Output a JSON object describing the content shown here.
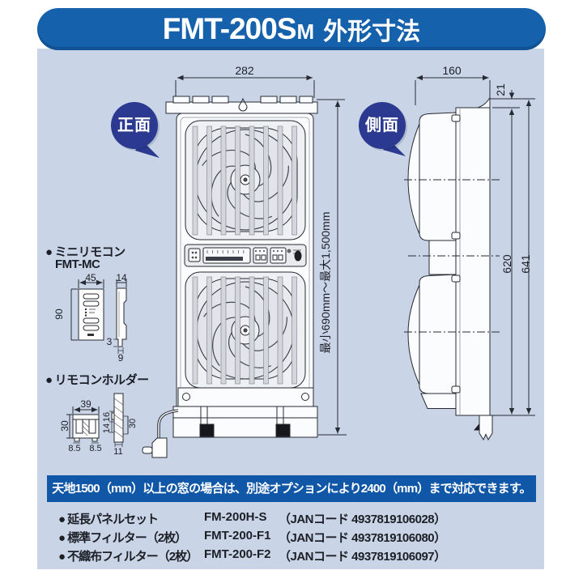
{
  "header": {
    "model": "FMT-200S",
    "model_suffix": "M",
    "title": "外形寸法"
  },
  "colors": {
    "header_bg": "#1561ac",
    "panel_bg": "#c9d5e7",
    "bubble_bg": "#2b3a90",
    "notice_bg": "#1157a8",
    "line": "#262a33"
  },
  "front_view": {
    "bubble": "正面",
    "dim_width": "282",
    "dim_height_range": "最小690mm～最大1,500mm"
  },
  "side_view": {
    "bubble": "側面",
    "dim_depth": "160",
    "dim_hook": "21",
    "dim_body_height": "620",
    "dim_total_height": "641"
  },
  "mini_remote": {
    "bullet": "●",
    "label": "ミニリモコン",
    "model": "FMT-MC",
    "dim_width": "45",
    "dim_side_width": "14",
    "dim_height": "90",
    "dim_step": "3",
    "dim_bottom": "9"
  },
  "holder": {
    "bullet": "●",
    "label": "リモコンホルダー",
    "dim_width": "39",
    "dim_height": "30",
    "dim_bottom_left": "8.5",
    "dim_bottom_right": "8.5",
    "dim_side_top": "16",
    "dim_side_mid": "14",
    "dim_side_height": "30",
    "dim_side_bottom": "11"
  },
  "notice": "天地1500（mm）以上の窓の場合は、別途オプションにより2400（mm）まで対応できます。",
  "options": [
    {
      "bullet": "●",
      "name": "延長パネルセット",
      "model": "FM-200H-S",
      "jan": "（JANコード 4937819106028）"
    },
    {
      "bullet": "●",
      "name": "標準フィルター（2枚）",
      "model": "FMT-200-F1",
      "jan": "（JANコード 4937819106080）"
    },
    {
      "bullet": "●",
      "name": "不織布フィルター（2枚）",
      "model": "FMT-200-F2",
      "jan": "（JANコード 4937819106097）"
    }
  ]
}
